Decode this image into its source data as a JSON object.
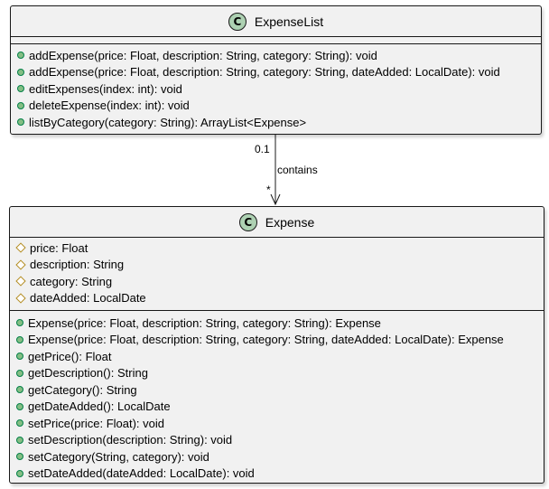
{
  "expense_list": {
    "stereotype_letter": "C",
    "name": "ExpenseList",
    "fields": [],
    "methods": [
      "addExpense(price: Float, description: String, category: String): void",
      "addExpense(price: Float, description: String, category: String, dateAdded: LocalDate): void",
      "editExpenses(index: int): void",
      "deleteExpense(index: int): void",
      "listByCategory(category: String): ArrayList<Expense>"
    ]
  },
  "expense": {
    "stereotype_letter": "C",
    "name": "Expense",
    "fields": [
      "price: Float",
      "description: String",
      "category: String",
      "dateAdded: LocalDate"
    ],
    "methods": [
      "Expense(price: Float, description: String, category: String): Expense",
      "Expense(price: Float, description: String, category: String, dateAdded: LocalDate): Expense",
      "getPrice(): Float",
      "getDescription(): String",
      "getCategory(): String",
      "getDateAdded(): LocalDate",
      "setPrice(price: Float): void",
      "setDescription(description: String): void",
      "setCategory(String, category): void",
      "setDateAdded(dateAdded: LocalDate): void"
    ]
  },
  "association": {
    "label": "contains",
    "source_multiplicity": "0.1",
    "target_multiplicity": "*"
  },
  "colors": {
    "box_fill": "#f1f1f1",
    "border": "#181818",
    "class_icon": "#add1b2",
    "public_marker": "#84be84",
    "protected_marker": "#b38d22"
  }
}
